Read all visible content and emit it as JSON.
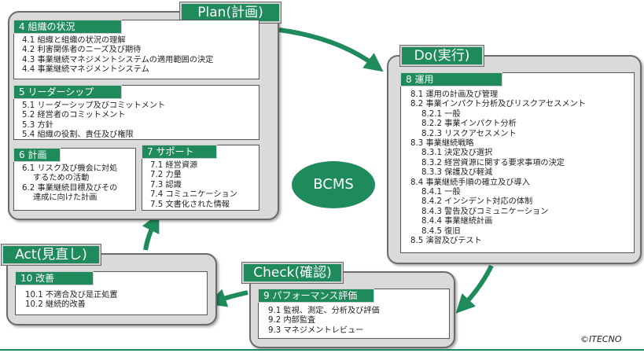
{
  "center_label": "BCMS",
  "copyright": "©ITECNO",
  "phases": {
    "plan": {
      "label": "Plan(計画)"
    },
    "do": {
      "label": "Do(実行)"
    },
    "check": {
      "label": "Check(確認)"
    },
    "act": {
      "label": "Act(見直し)"
    }
  },
  "sections": {
    "s4": {
      "title": "4 組織の状況",
      "items": [
        "4.1 組織と組織の状況の理解",
        "4.2 利害関係者のニーズ及び期待",
        "4.3 事業継続マネジメントシステムの適用範囲の決定",
        "4.4 事業継続マネジメントシステム"
      ]
    },
    "s5": {
      "title": "5 リーダーシップ",
      "items": [
        "5.1 リーダーシップ及びコミットメント",
        "5.2 経営者のコミットメント",
        "5.3 方針",
        "5.4 組織の役割、責任及び権限"
      ]
    },
    "s6": {
      "title": "6 計画",
      "items": [
        "6.1 リスク及び機会に対処",
        "するための活動",
        "6.2 事業継続目標及びその",
        "達成に向けた計画"
      ]
    },
    "s7": {
      "title": "7 サポート",
      "items": [
        "7.1 経営資源",
        "7.2 力量",
        "7.3 認識",
        "7.4 コミュニケーション",
        "7.5 文書化された情報"
      ]
    },
    "s8": {
      "title": "8 運用",
      "items": [
        "8.1 運用の計画及び管理",
        "8.2 事業インパクト分析及びリスクアセスメント",
        "8.2.1 一般",
        "8.2.2 事業インパクト分析",
        "8.2.3 リスクアセスメント",
        "8.3 事業継続戦略",
        "8.3.1 決定及び選択",
        "8.3.2 経営資源に関する要求事項の決定",
        "8.3.3 保護及び軽減",
        "8.4 事業継続手順の確立及び導入",
        "8.4.1 一般",
        "8.4.2 インシデント対応の体制",
        "8.4.3 警告及びコミュニケーション",
        "8.4.4 事業継続計画",
        "8.4.5 復旧",
        "8.5 演習及びテスト"
      ]
    },
    "s9": {
      "title": "9 パフォーマンス評価",
      "items": [
        "9.1 監視、測定、分析及び評価",
        "9.2 内部監査",
        "9.3 マネジメントレビュー"
      ]
    },
    "s10": {
      "title": "10 改善",
      "items": [
        "10.1 不適合及び是正処置",
        "10.2 継続的改善"
      ]
    }
  },
  "colors": {
    "accent": "#1f8a5b",
    "panel": "#dadada"
  }
}
